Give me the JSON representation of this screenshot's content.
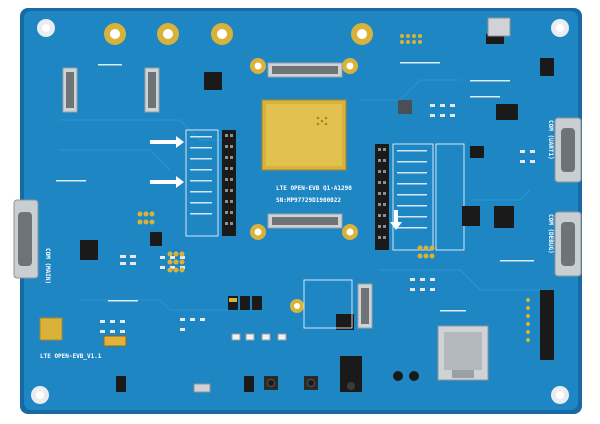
{
  "board": {
    "module_label_line1": "LTE OPEN-EVB Q1-A1290",
    "module_label_line2": "SN:MP97729D1900022",
    "bottom_left_label": "LTE OPEN-EVB_V1.1",
    "com_left_label": "COM (MAIN)",
    "com_right_top_label": "COM (UART1)",
    "com_right_bottom_label": "COM (DEBUG)"
  },
  "colors": {
    "pcb": "#1f86c4",
    "pcb_edge": "#176aa3",
    "gold": "#d8b23a",
    "silver": "#cfd3d6",
    "black": "#1a1a1a"
  }
}
